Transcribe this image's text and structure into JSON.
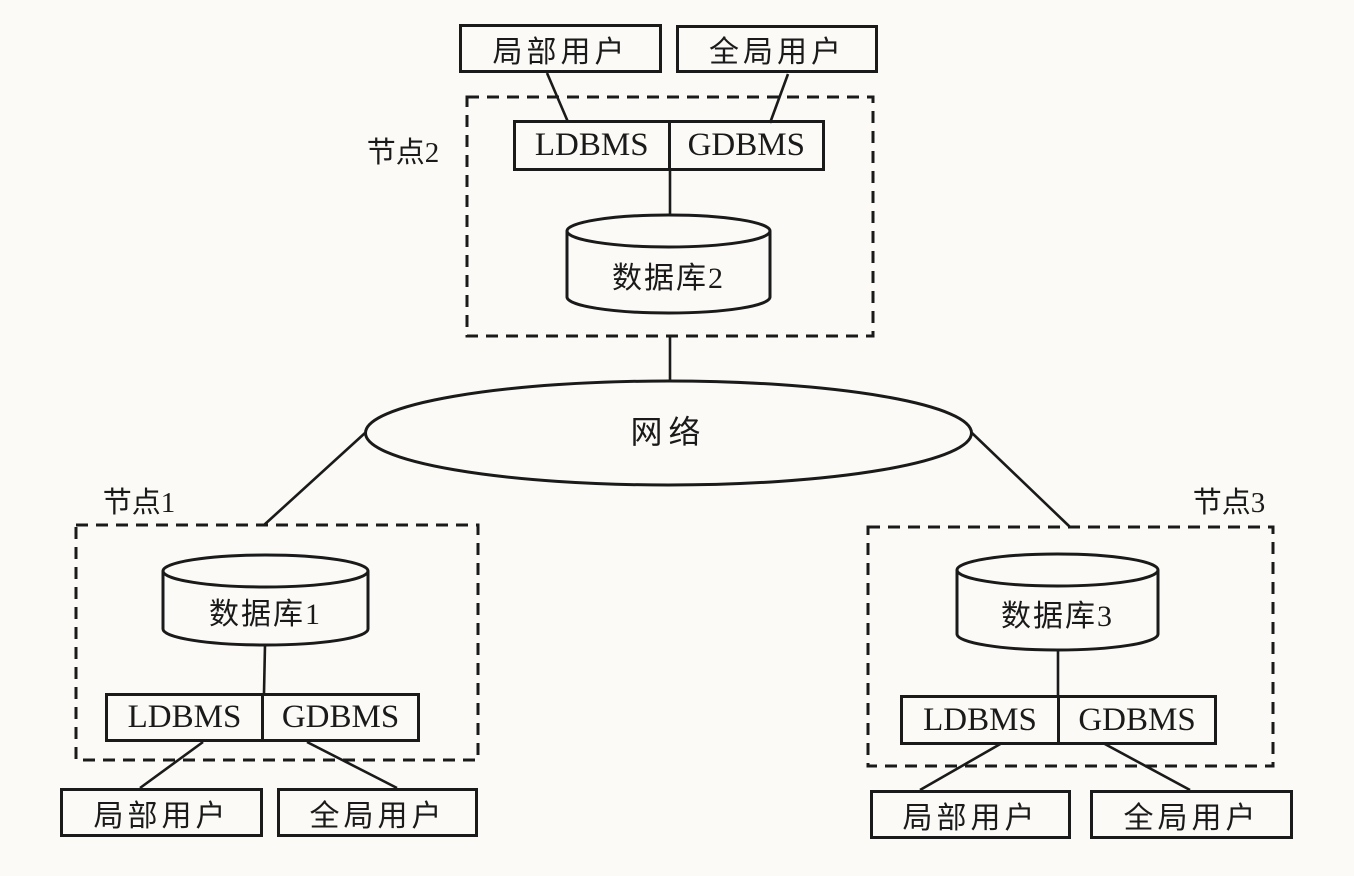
{
  "background_color": "#fbfaf6",
  "ink_color": "#1a1a1a",
  "network": {
    "label": "网络"
  },
  "nodes": [
    {
      "name": "节点1",
      "database": "数据库1",
      "ldbms": "LDBMS",
      "gdbms": "GDBMS",
      "local_users": "局部用户",
      "global_users": "全局用户"
    },
    {
      "name": "节点2",
      "database": "数据库2",
      "ldbms": "LDBMS",
      "gdbms": "GDBMS",
      "local_users": "局部用户",
      "global_users": "全局用户"
    },
    {
      "name": "节点3",
      "database": "数据库3",
      "ldbms": "LDBMS",
      "gdbms": "GDBMS",
      "local_users": "局部用户",
      "global_users": "全局用户"
    }
  ]
}
